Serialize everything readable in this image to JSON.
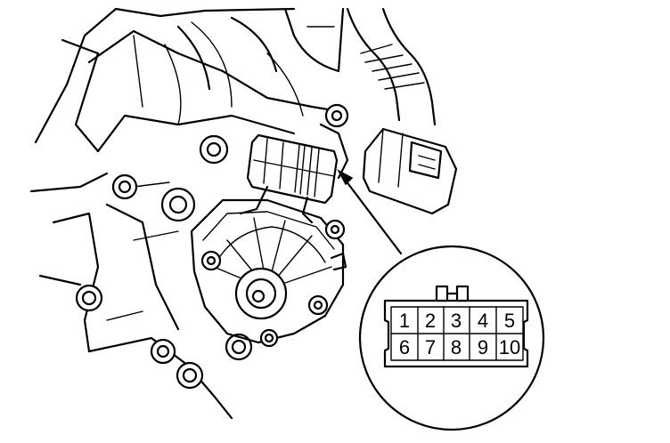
{
  "connector": {
    "pins_top": [
      "1",
      "2",
      "3",
      "4",
      "5"
    ],
    "pins_bottom": [
      "6",
      "7",
      "8",
      "9",
      "10"
    ]
  }
}
